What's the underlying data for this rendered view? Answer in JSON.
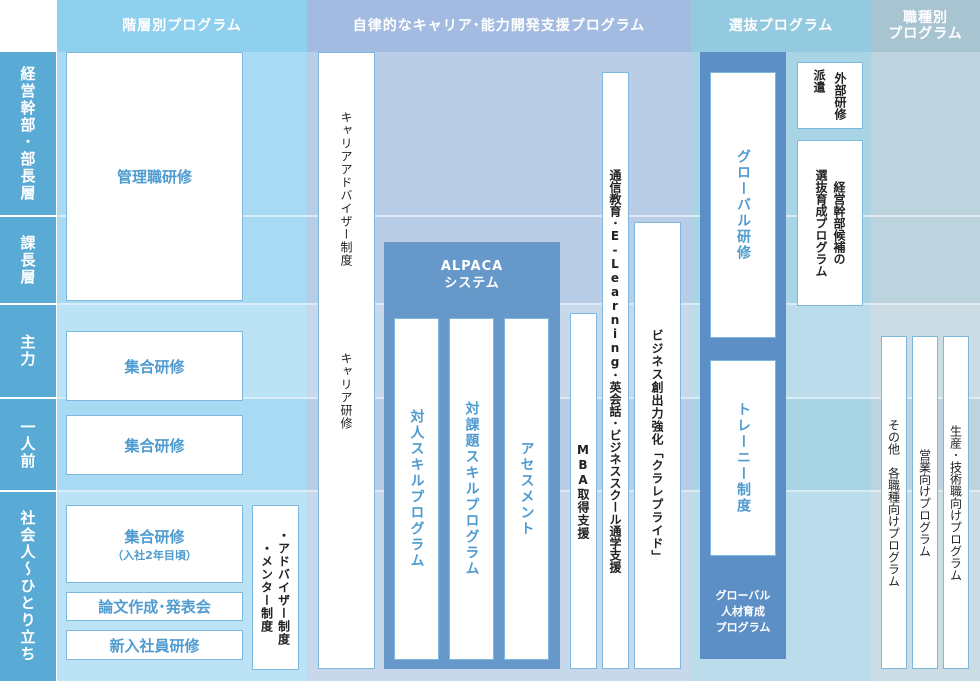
{
  "headers": {
    "tiered": "階層別プログラム",
    "career": "自律的なキャリア･能力開発支援プログラム",
    "selection": "選抜プログラム",
    "job": "職種別\nプログラム"
  },
  "levels": {
    "exec": "経営幹部･部長層",
    "section": "課長層",
    "chief": "主力",
    "fullfledged": "一人前",
    "newcomer": "社会人～ひとり立ち"
  },
  "tiered": {
    "manager_training": "管理職研修",
    "group_training_1": "集合研修",
    "group_training_2": "集合研修",
    "group_training_3": "集合研修",
    "group_training_3_note": "（入社2年目頃）",
    "thesis": "論文作成･発表会",
    "new_hire": "新入社員研修",
    "advisor_mentor": "・アドバイザー制度\n・メンター制度"
  },
  "career": {
    "career_advisor": "キャリアアドバイザー制度",
    "career_training": "キャリア研修",
    "alpaca_title": "ALPACA\nシステム",
    "alpaca_items": [
      "対人スキルプログラム",
      "対課題スキルプログラム",
      "アセスメント"
    ],
    "mba": "MBA取得支援",
    "correspondence": "通信教育･E-Learning･英会話･ビジネススクール通学支援",
    "business": "ビジネス創出力強化「クラレプライド」"
  },
  "selection": {
    "global_training": "グローバル研修",
    "trainee": "トレーニー制度",
    "global_program": "グローバル\n人材育成\nプログラム",
    "dispatch_label": "派遣",
    "dispatch_value": "外部研修",
    "exec_candidate": "経営幹部候補の\n選抜育成プログラム"
  },
  "job": {
    "others": "その他　各職種向けプログラム",
    "sales": "営業向けプログラム",
    "production": "生産･技術職向けプログラム"
  },
  "colors": {
    "level_blue": "#5aaad6",
    "tiered_bg": "#a9daf3",
    "career_bg": "#b9cde6",
    "selection_bg": "#a8d4e6",
    "job_bg": "#bdd3dd",
    "alpaca_blue": "#6699c9",
    "global_blue": "#5d8fc7"
  }
}
